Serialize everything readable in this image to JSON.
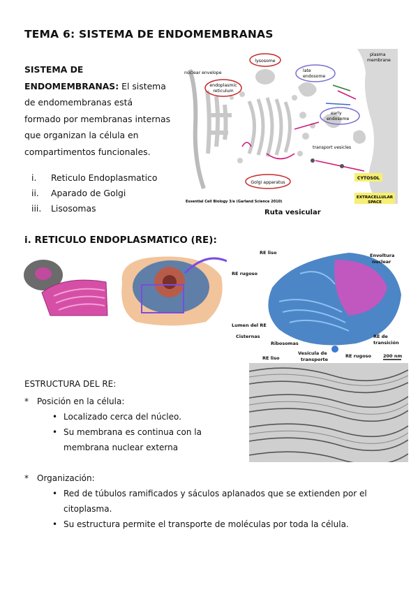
{
  "title": "TEMA 6: SISTEMA DE ENDOMEMBRANAS",
  "intro": {
    "bold": "SISTEMA DE ENDOMEMBRANAS:",
    "text": " El sistema de endomembranas está formado por membranas internas que organizan la célula en compartimentos funcionales."
  },
  "roman_list": [
    {
      "num": "i.",
      "label": "Reticulo Endoplasmatico"
    },
    {
      "num": "ii.",
      "label": "Aparado de Golgi"
    },
    {
      "num": "iii.",
      "label": "Lisosomas"
    }
  ],
  "figure1": {
    "caption": "Ruta vesicular",
    "credit": "Essential Cell Biology 3/e (Garland Science 2010)",
    "labels": {
      "nuclear_envelope": "nuclear envelope",
      "er": "endoplasmic reticulum",
      "lysosome": "lysosome",
      "late_endosome": "late endosome",
      "early_endosome": "early endosome",
      "plasma_membrane": "plasma membrane",
      "golgi": "Golgi apparatus",
      "transport_vesicles": "transport vesicles",
      "cytosol": "CYTOSOL",
      "extracellular": "EXTRACELLULAR SPACE"
    }
  },
  "section_i_title": "i. RETICULO ENDOPLASMATICO (RE):",
  "figure2": {
    "labels": {
      "re_liso": "RE liso",
      "re_rugoso": "RE rugoso",
      "envoltura": "Envoltura nuclear",
      "lumen": "Lumen del RE",
      "cisternas": "Cisternas",
      "ribosomas": "Ribosomas",
      "re_transicion": "RE de transición",
      "re_liso2": "RE liso",
      "vesicula": "Vesícula de transporte",
      "re_rugoso2": "RE rugoso",
      "scale": "200 nm"
    }
  },
  "estructura_title": "ESTRUCTURA DEL RE:",
  "posicion": {
    "label": "Posición en la célula:",
    "items": [
      "Localizado cerca del núcleo.",
      "Su membrana es continua con la membrana nuclear externa"
    ]
  },
  "organizacion": {
    "label": "Organización:",
    "items": [
      "Red de túbulos ramificados y sáculos aplanados que se extienden por el citoplasma.",
      "Su estructura permite el transporte de moléculas por toda la célula."
    ]
  },
  "colors": {
    "magenta": "#d0187a",
    "blue": "#4d86c6",
    "red_circle": "#c62828",
    "violet_circle": "#7a6fd1",
    "yellow": "#f6ef72"
  }
}
